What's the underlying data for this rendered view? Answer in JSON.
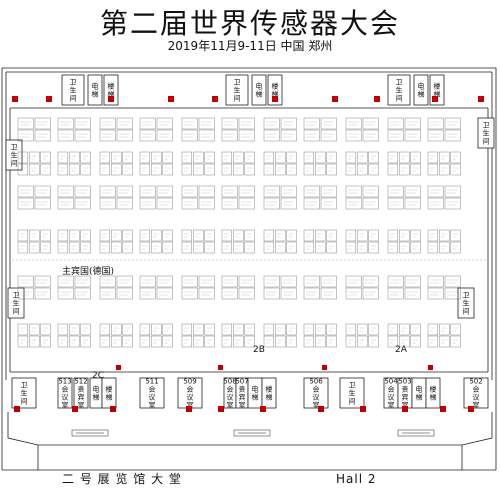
{
  "title": "第二届世界传感器大会",
  "subtitle": "2019年11月9-11日  中国 郑州",
  "colors": {
    "line": "#222222",
    "booth": "#555555",
    "pillar": "#c00000",
    "bg": "#ffffff"
  },
  "top_rooms": [
    {
      "label": "卫\n生\n间"
    },
    {
      "label": "电\n梯"
    },
    {
      "label": "楼\n梯"
    },
    {
      "label": "卫\n生\n间"
    },
    {
      "label": "电\n梯"
    },
    {
      "label": "楼\n梯"
    },
    {
      "label": "卫\n生\n间"
    },
    {
      "label": "电\n梯"
    },
    {
      "label": "楼\n梯"
    }
  ],
  "bottom_rooms": [
    {
      "label": "卫\n生\n间"
    },
    {
      "label": "513\n会\n议\n室"
    },
    {
      "label": "512\n贵\n宾\n室"
    },
    {
      "label": "电\n梯"
    },
    {
      "label": "楼\n梯"
    },
    {
      "label": "511\n会\n议\n室"
    },
    {
      "label": "509\n会\n议\n室"
    },
    {
      "label": "508\n会\n议\n室"
    },
    {
      "label": "507\n贵\n宾\n室"
    },
    {
      "label": "电\n梯"
    },
    {
      "label": "楼\n梯"
    },
    {
      "label": "506\n会\n议\n室"
    },
    {
      "label": "卫\n生\n间"
    },
    {
      "label": "504\n会\n议\n室"
    },
    {
      "label": "503\n贵\n宾\n室"
    },
    {
      "label": "电\n梯"
    },
    {
      "label": "楼\n梯"
    },
    {
      "label": "502\n会\n议\n室"
    }
  ],
  "side_rooms": [
    {
      "label": "卫\n生\n间"
    },
    {
      "label": "卫\n生\n间"
    },
    {
      "label": "卫\n生\n间"
    },
    {
      "label": "卫\n生\n间"
    }
  ],
  "zones": [
    "2C",
    "2B",
    "2A"
  ],
  "guest_country": "主宾国(德国)",
  "hall_label": "二 号 展 览 馆 大 堂",
  "hall_label_en": "Hall 2"
}
